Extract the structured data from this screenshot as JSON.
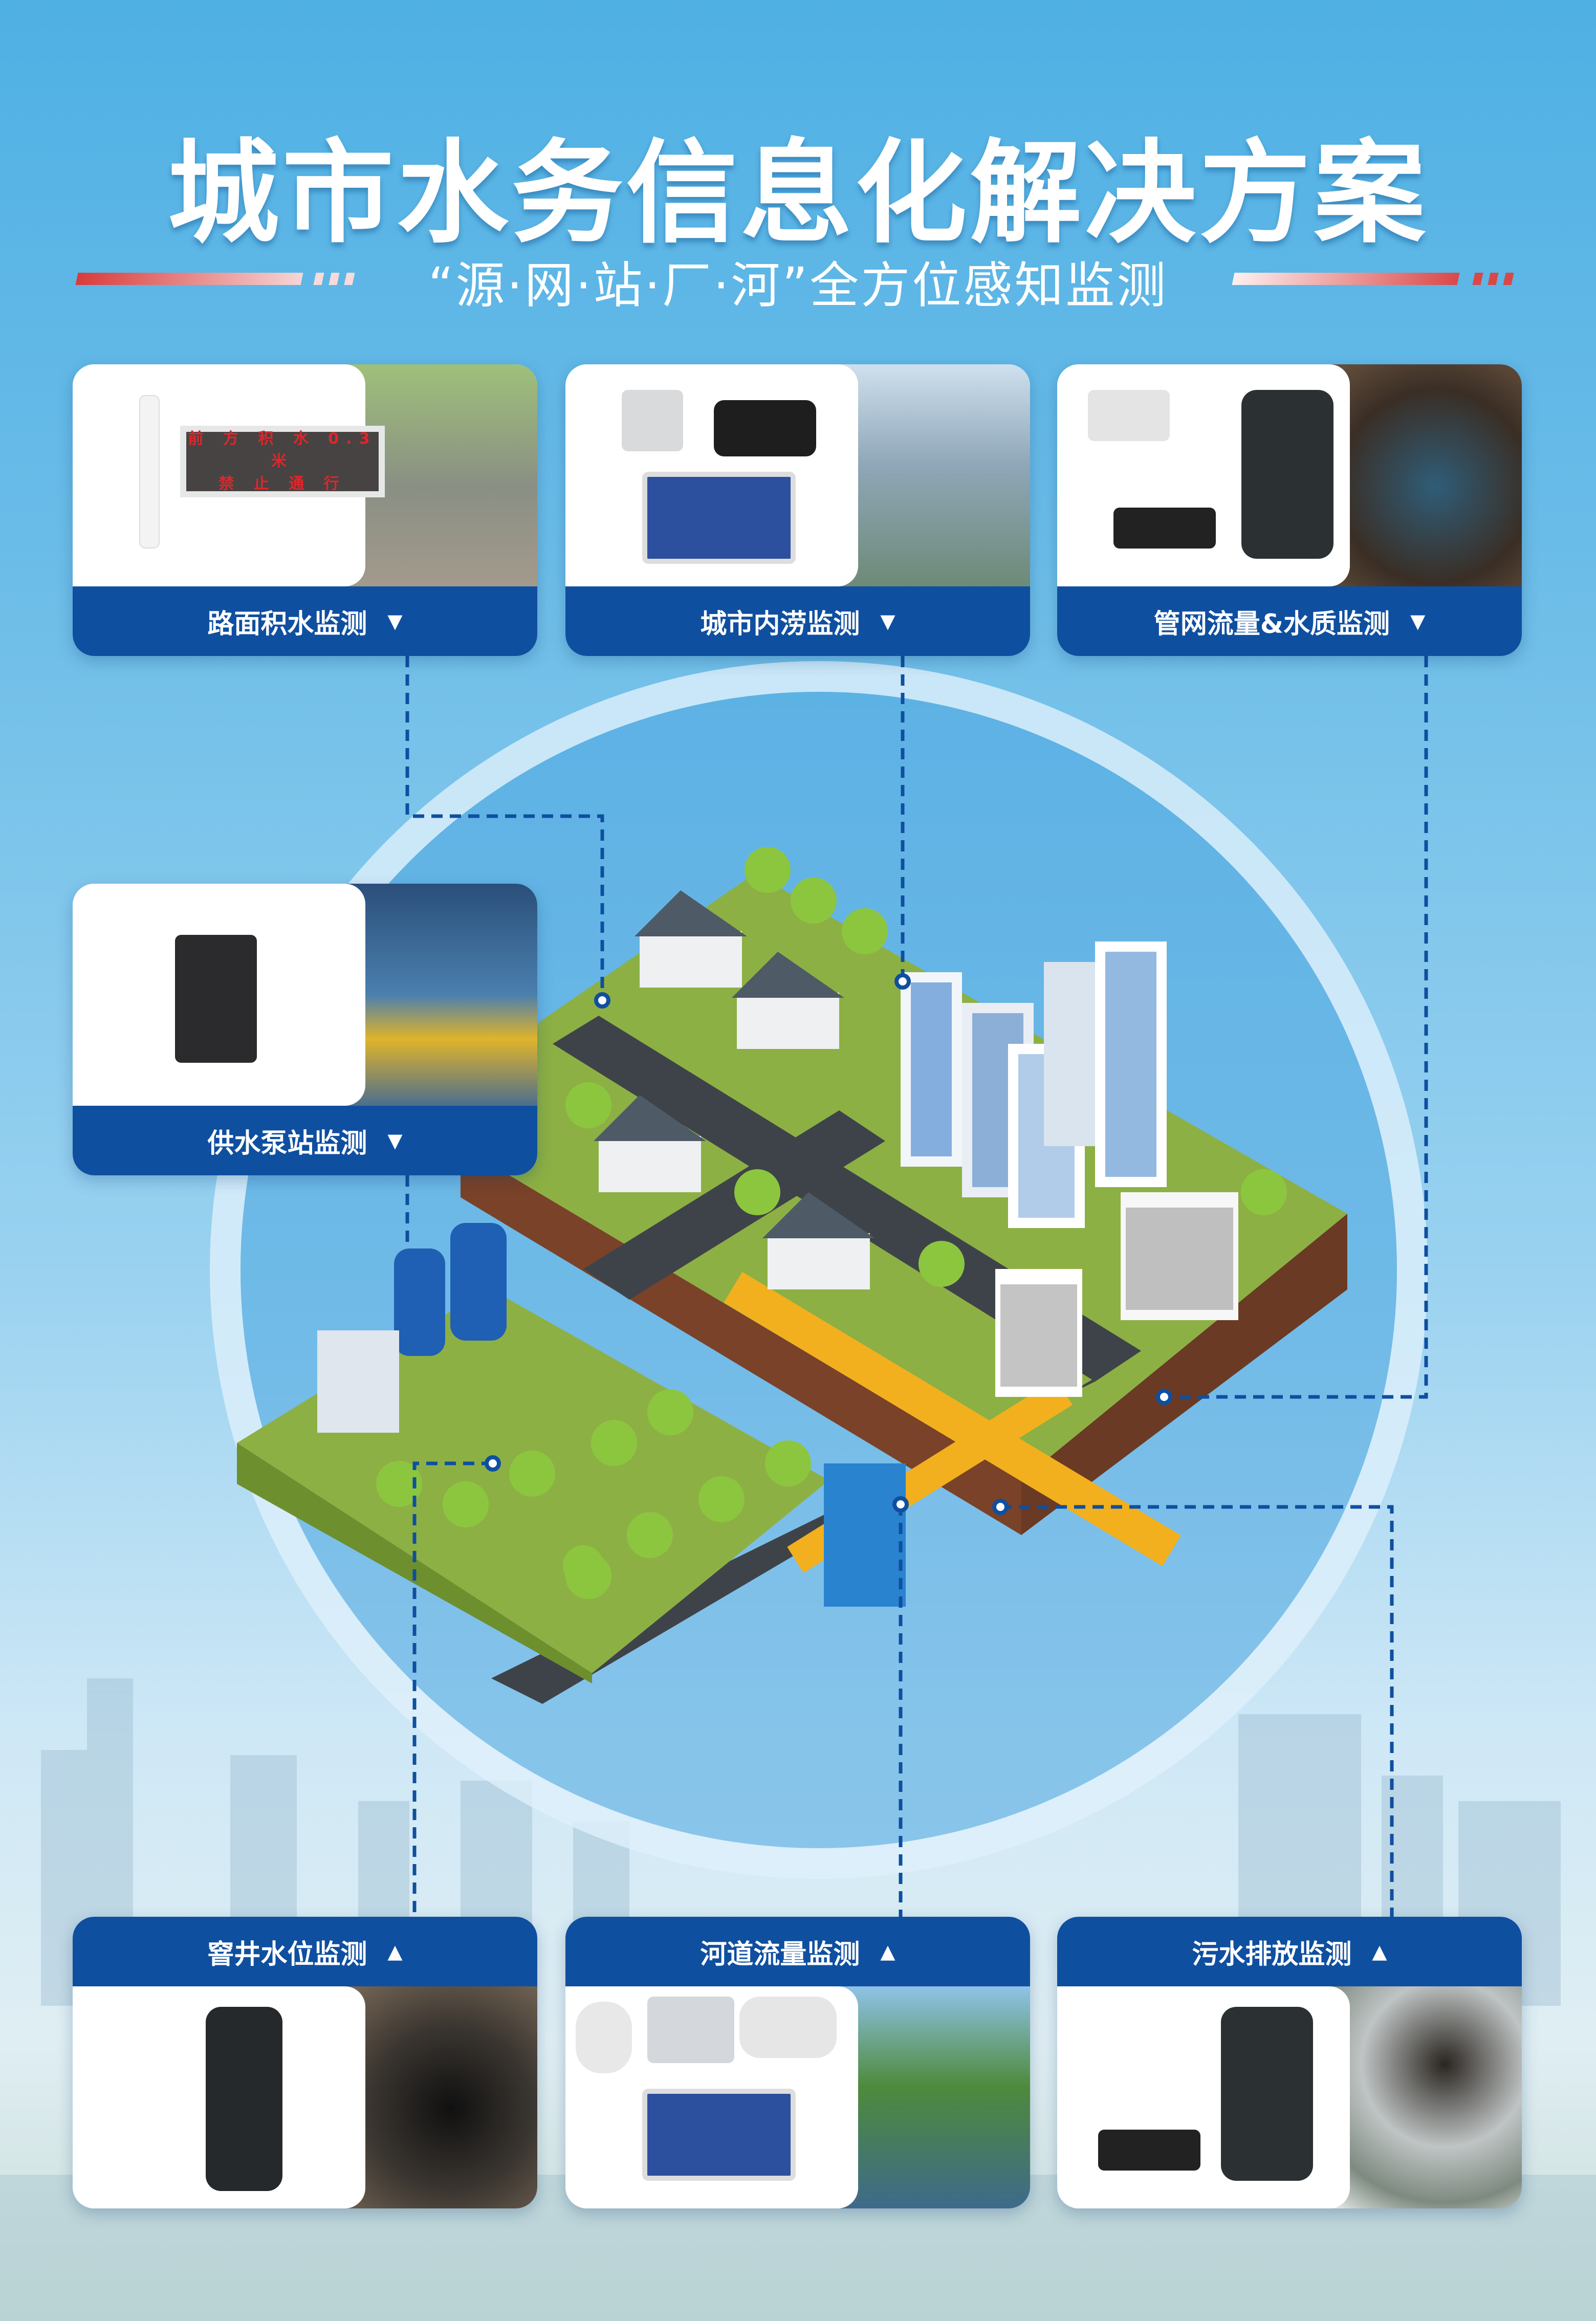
{
  "title": "城市水务信息化解决方案",
  "subtitle": "“源·网·站·厂·河”全方位感知监测",
  "led_sign": {
    "line1": "前 方 积 水 0.3 米",
    "line2": "禁 止 通 行"
  },
  "cards": {
    "road_ponding": {
      "label": "路面积水监测",
      "icon": "triangle-down-icon"
    },
    "urban_waterlogging": {
      "label": "城市内涝监测",
      "icon": "triangle-down-icon"
    },
    "pipe_flow_quality": {
      "label": "管网流量&水质监测",
      "icon": "triangle-down-icon"
    },
    "pump_station": {
      "label": "供水泵站监测",
      "icon": "triangle-down-icon"
    },
    "manhole_level": {
      "label": "窨井水位监测",
      "icon": "triangle-up-icon"
    },
    "river_flow": {
      "label": "河道流量监测",
      "icon": "triangle-up-icon"
    },
    "sewage_discharge": {
      "label": "污水排放监测",
      "icon": "triangle-up-icon"
    }
  },
  "arrows": {
    "down": "▼",
    "up": "▲"
  },
  "colors": {
    "accent_blue": "#0f4fa0",
    "accent_red": "#d93a3a",
    "grass": "#7fa83a",
    "soil": "#6b3a24"
  }
}
